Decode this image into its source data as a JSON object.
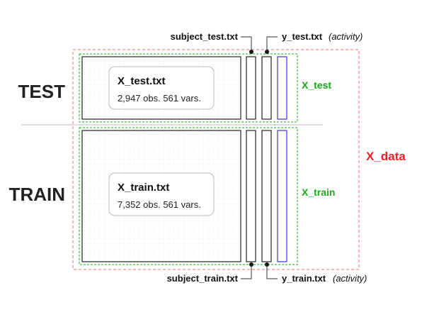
{
  "sections": {
    "test_label": "TEST",
    "train_label": "TRAIN"
  },
  "files": {
    "x_test": {
      "name": "X_test.txt",
      "desc": "2,947 obs. 561 vars."
    },
    "x_train": {
      "name": "X_train.txt",
      "desc": "7,352 obs. 561 vars."
    },
    "subject_test": "subject_test.txt",
    "y_test": "y_test.txt",
    "subject_train": "subject_train.txt",
    "y_train": "y_train.txt",
    "activity_note": "(activity)"
  },
  "groups": {
    "x_test": "X_test",
    "x_train": "X_train",
    "x_data": "X_data"
  },
  "colors": {
    "green": "#1aaa1a",
    "red": "#e8202a",
    "dashed_red": "#e87070",
    "blue": "#3333cc",
    "grid": "#dddddd"
  }
}
